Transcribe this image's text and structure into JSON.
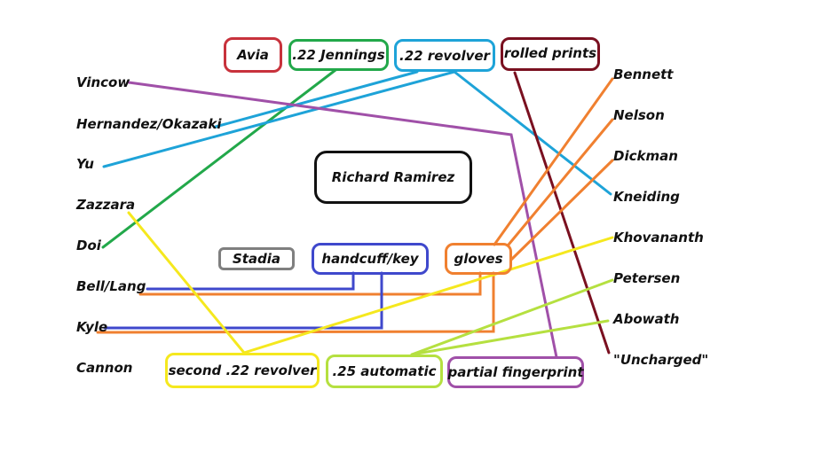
{
  "title": "Richard Ramirez",
  "colors": {
    "avia": "#c8323c",
    "jennings": "#22a84a",
    "revolver22": "#1ea3d8",
    "rolled_prints": "#7a1020",
    "stadia": "#7f7f7f",
    "handcuff": "#3f48cc",
    "gloves": "#f08030",
    "second_revolver": "#f5e81e",
    "automatic25": "#b5e040",
    "partial_fingerprint": "#a050a8"
  },
  "evidence_top": [
    {
      "id": "avia",
      "label": "Avia"
    },
    {
      "id": "jennings",
      "label": ".22 Jennings"
    },
    {
      "id": "revolver22",
      "label": ".22 revolver"
    },
    {
      "id": "rolled_prints",
      "label": "rolled prints"
    }
  ],
  "evidence_middle": [
    {
      "id": "stadia",
      "label": "Stadia"
    },
    {
      "id": "handcuff",
      "label": "handcuff/key"
    },
    {
      "id": "gloves",
      "label": "gloves"
    }
  ],
  "evidence_bottom": [
    {
      "id": "second_revolver",
      "label": "second .22 revolver"
    },
    {
      "id": "automatic25",
      "label": ".25 automatic"
    },
    {
      "id": "partial_fingerprint",
      "label": "partial fingerprint"
    }
  ],
  "victims_left": [
    "Vincow",
    "Hernandez/Okazaki",
    "Yu",
    "Zazzara",
    "Doi",
    "Bell/Lang",
    "Kyle",
    "Cannon"
  ],
  "victims_right": [
    "Bennett",
    "Nelson",
    "Dickman",
    "Kneiding",
    "Khovananth",
    "Petersen",
    "Abowath",
    "\"Uncharged\""
  ],
  "links": [
    {
      "evidence": "jennings",
      "victim": "Doi"
    },
    {
      "evidence": "revolver22",
      "victim": "Hernandez/Okazaki"
    },
    {
      "evidence": "revolver22",
      "victim": "Yu"
    },
    {
      "evidence": "revolver22",
      "victim": "Kneiding"
    },
    {
      "evidence": "rolled_prints",
      "victim": "\"Uncharged\""
    },
    {
      "evidence": "partial_fingerprint",
      "victim": "Vincow"
    },
    {
      "evidence": "handcuff",
      "victim": "Bell/Lang"
    },
    {
      "evidence": "handcuff",
      "victim": "Kyle"
    },
    {
      "evidence": "gloves",
      "victim": "Bell/Lang"
    },
    {
      "evidence": "gloves",
      "victim": "Kyle"
    },
    {
      "evidence": "gloves",
      "victim": "Bennett"
    },
    {
      "evidence": "gloves",
      "victim": "Nelson"
    },
    {
      "evidence": "gloves",
      "victim": "Dickman"
    },
    {
      "evidence": "second_revolver",
      "victim": "Zazzara"
    },
    {
      "evidence": "second_revolver",
      "victim": "Khovananth"
    },
    {
      "evidence": "automatic25",
      "victim": "Petersen"
    },
    {
      "evidence": "automatic25",
      "victim": "Abowath"
    }
  ]
}
